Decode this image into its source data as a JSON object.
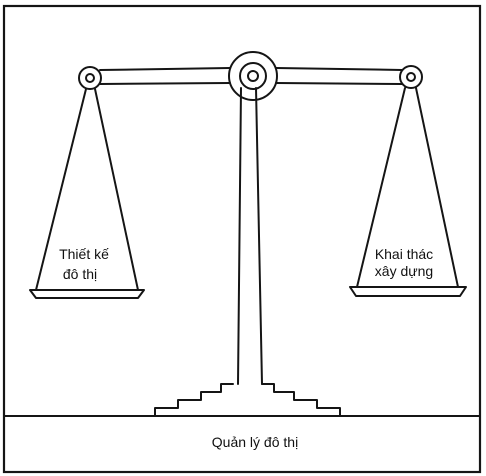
{
  "left_pan": {
    "line1": "Thiết kế",
    "line2": "đô thị"
  },
  "right_pan": {
    "line1": "Khai thác",
    "line2": "xây dựng"
  },
  "base": {
    "label": "Quản lý đô thị"
  }
}
